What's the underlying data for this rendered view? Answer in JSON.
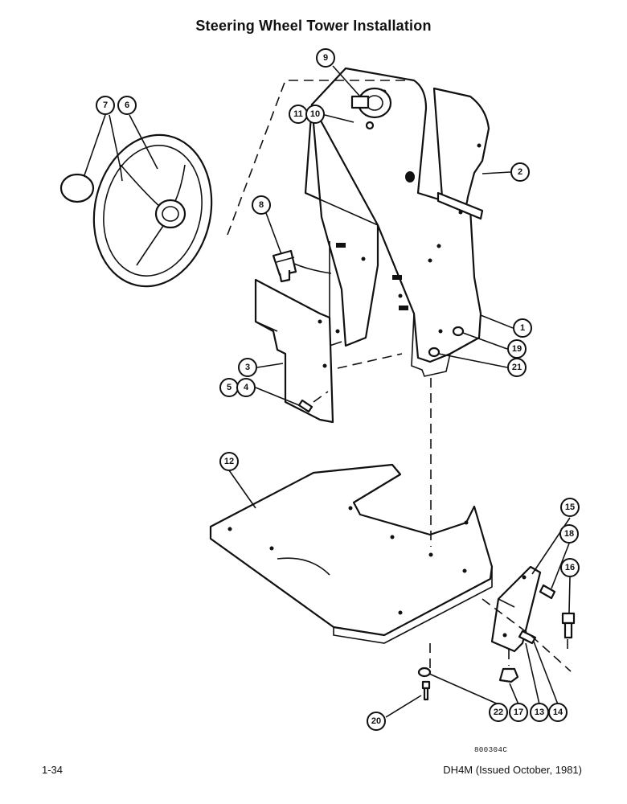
{
  "page": {
    "title": "Steering Wheel Tower Installation",
    "drawing_code": "800304C",
    "page_number": "1-34",
    "issue_note": "DH4M (Issued October, 1981)"
  },
  "callouts": [
    "1",
    "2",
    "3",
    "4",
    "5",
    "6",
    "7",
    "8",
    "9",
    "10",
    "11",
    "12",
    "13",
    "14",
    "15",
    "16",
    "17",
    "18",
    "19",
    "20",
    "21",
    "22"
  ]
}
